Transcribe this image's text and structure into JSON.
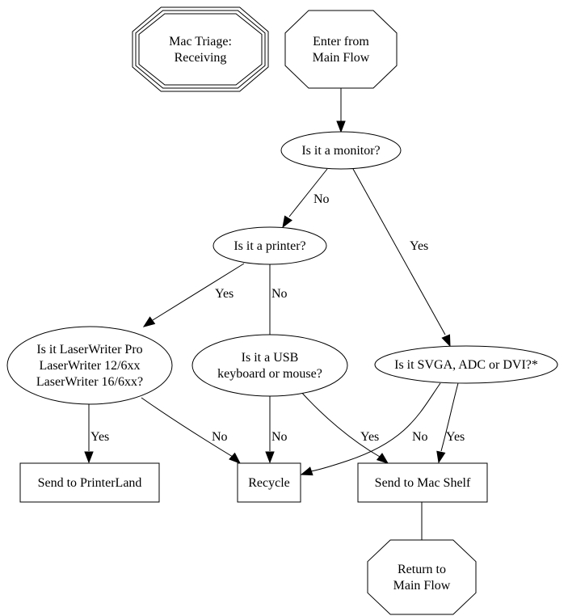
{
  "diagram": {
    "type": "flowchart",
    "nodes": {
      "title": {
        "shape": "tripleoctagon",
        "lines": [
          "Mac Triage:",
          "Receiving"
        ]
      },
      "enter": {
        "shape": "octagon",
        "lines": [
          "Enter from",
          "Main Flow"
        ]
      },
      "monitor": {
        "shape": "ellipse",
        "lines": [
          "Is it a monitor?"
        ]
      },
      "printer": {
        "shape": "ellipse",
        "lines": [
          "Is it a printer?"
        ]
      },
      "laserwriter": {
        "shape": "ellipse",
        "lines": [
          "Is it LaserWriter Pro",
          "LaserWriter 12/6xx",
          "LaserWriter 16/6xx?"
        ]
      },
      "usb": {
        "shape": "ellipse",
        "lines": [
          "Is it a USB",
          "keyboard or mouse?"
        ]
      },
      "svga": {
        "shape": "ellipse",
        "lines": [
          "Is it SVGA, ADC or DVI?*"
        ]
      },
      "printerland": {
        "shape": "box",
        "lines": [
          "Send to PrinterLand"
        ]
      },
      "recycle": {
        "shape": "box",
        "lines": [
          "Recycle"
        ]
      },
      "macshelf": {
        "shape": "box",
        "lines": [
          "Send to Mac Shelf"
        ]
      },
      "return": {
        "shape": "octagon",
        "lines": [
          "Return to",
          "Main Flow"
        ]
      }
    },
    "edges": [
      {
        "from": "enter",
        "to": "monitor",
        "label": ""
      },
      {
        "from": "monitor",
        "to": "printer",
        "label": "No"
      },
      {
        "from": "monitor",
        "to": "svga",
        "label": "Yes"
      },
      {
        "from": "printer",
        "to": "laserwriter",
        "label": "Yes"
      },
      {
        "from": "printer",
        "to": "usb",
        "label": "No"
      },
      {
        "from": "laserwriter",
        "to": "printerland",
        "label": "Yes"
      },
      {
        "from": "laserwriter",
        "to": "recycle",
        "label": "No"
      },
      {
        "from": "usb",
        "to": "recycle",
        "label": "No"
      },
      {
        "from": "usb",
        "to": "macshelf",
        "label": "Yes"
      },
      {
        "from": "svga",
        "to": "recycle",
        "label": "No"
      },
      {
        "from": "svga",
        "to": "macshelf",
        "label": "Yes"
      },
      {
        "from": "macshelf",
        "to": "return",
        "label": ""
      }
    ]
  }
}
